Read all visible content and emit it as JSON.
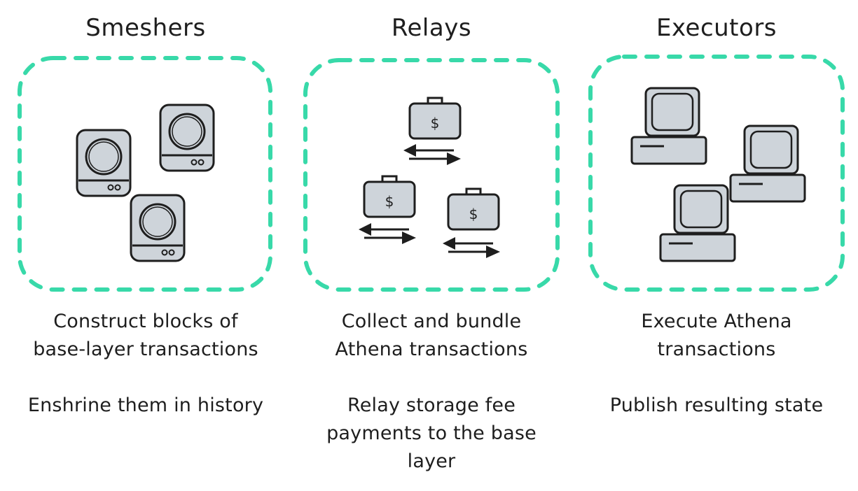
{
  "colors": {
    "dashed_frame": "#38d9a9",
    "icon_fill": "#ced4da",
    "ink": "#1e1e1e"
  },
  "columns": [
    {
      "title": "Smeshers",
      "icon": "storage-server-icon",
      "lines": [
        "Construct blocks of",
        "base-layer transactions"
      ],
      "extra": [
        "Enshrine them in history"
      ]
    },
    {
      "title": "Relays",
      "icon": "money-bag-transfer-icon",
      "lines": [
        "Collect and bundle",
        "Athena transactions"
      ],
      "extra": [
        "Relay storage fee",
        "payments to the base",
        "layer"
      ]
    },
    {
      "title": "Executors",
      "icon": "computer-terminal-icon",
      "lines": [
        "Execute Athena",
        "transactions"
      ],
      "extra": [
        "Publish resulting state"
      ]
    }
  ],
  "dollar_sign": "$"
}
